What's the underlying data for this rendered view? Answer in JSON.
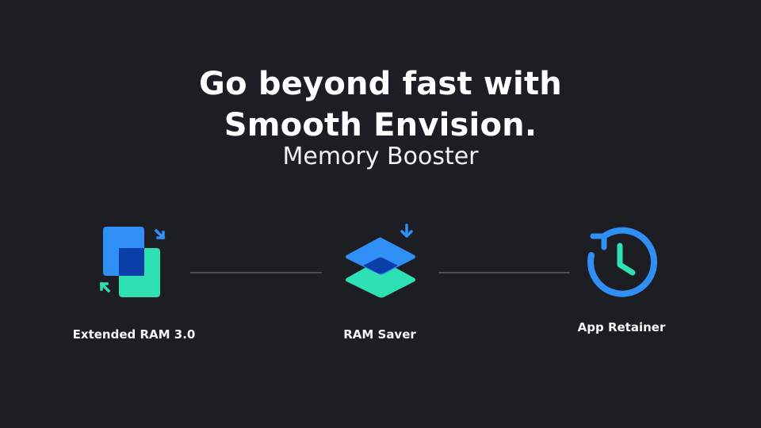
{
  "headline": {
    "line1": "Go beyond fast with",
    "line2": "Smooth Envision."
  },
  "subtitle": "Memory Booster",
  "features": [
    {
      "label": "Extended RAM 3.0",
      "icon": "extended-ram-icon"
    },
    {
      "label": "RAM Saver",
      "icon": "ram-saver-icon"
    },
    {
      "label": "App Retainer",
      "icon": "app-retainer-icon"
    }
  ],
  "colors": {
    "background": "#1d1e24",
    "blue": "#2f8ff5",
    "dark_blue": "#0c3ea8",
    "teal": "#2fe0b4",
    "connector": "#4a4b52"
  }
}
